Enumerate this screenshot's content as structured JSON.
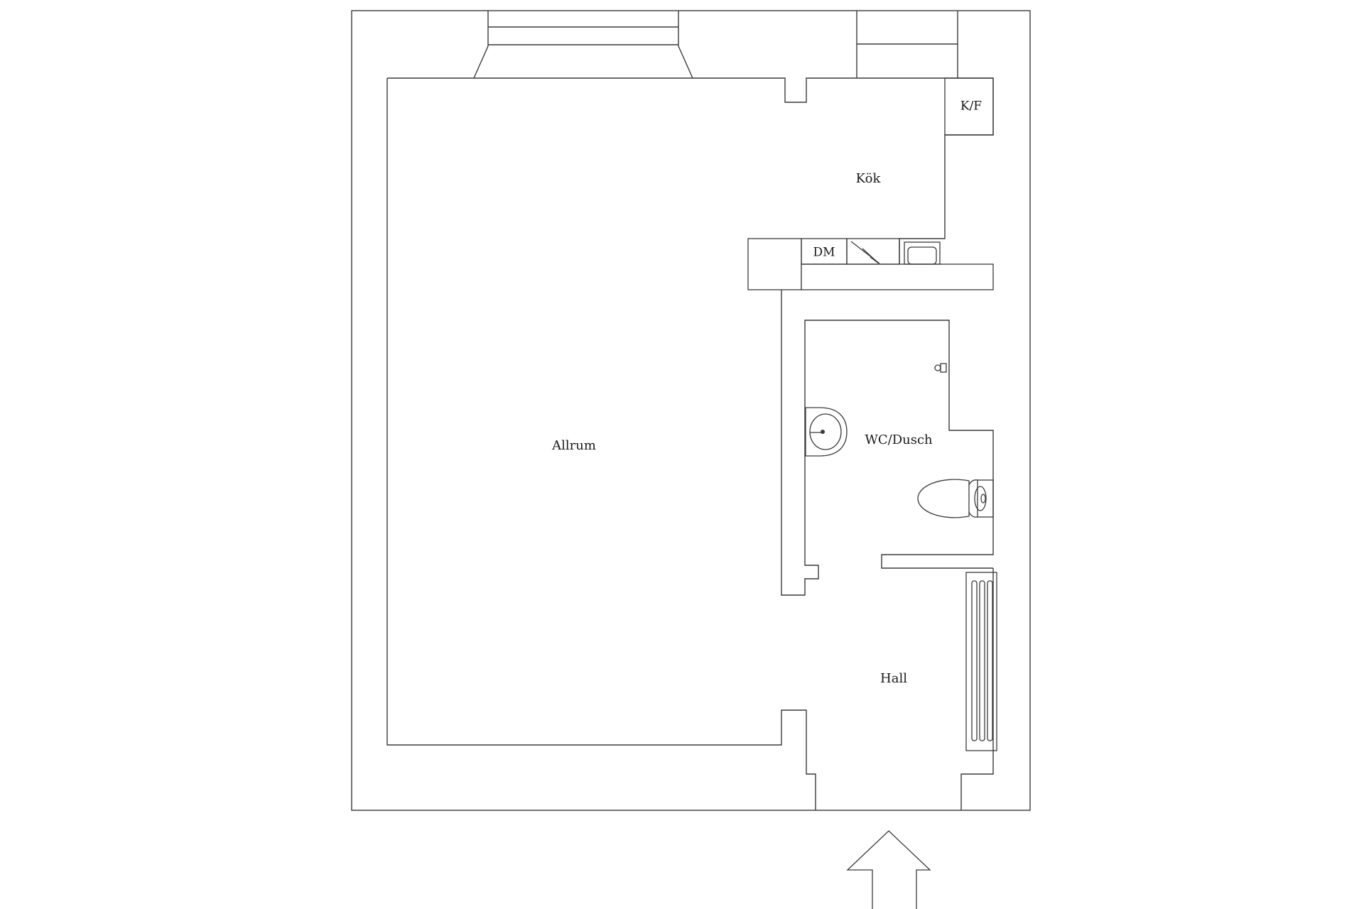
{
  "rooms": {
    "allrum": "Allrum",
    "kok": "Kök",
    "wc_dusch": "WC/Dusch",
    "hall": "Hall"
  },
  "fixtures": {
    "fridge_freezer": "K/F",
    "dishwasher": "DM"
  },
  "icons": {
    "entrance": "entrance-arrow-icon",
    "sink": "sink-icon",
    "toilet": "toilet-icon",
    "shower": "shower-head-icon",
    "stove": "stove-icon",
    "kitchen_sink": "kitchen-sink-icon",
    "radiator": "radiator-icon"
  }
}
